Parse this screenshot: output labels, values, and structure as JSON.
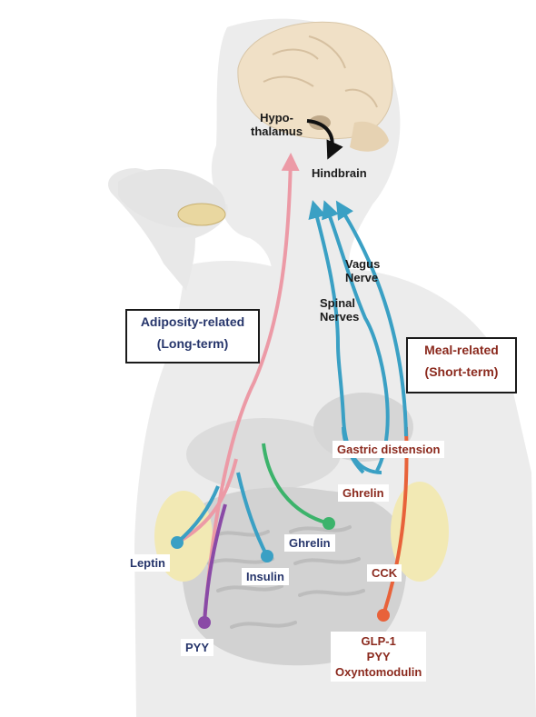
{
  "colors": {
    "pink_pathway": "#ec9aa6",
    "blue_pathway": "#3aa0c4",
    "green_pathway": "#3cb36b",
    "purple_pathway": "#8a4aa6",
    "orange_pathway": "#e8623a",
    "blue_text": "#26356b",
    "red_text": "#8b2a1e"
  },
  "brain": {
    "hypothalamus": "Hypo-\nthalamus",
    "hindbrain": "Hindbrain"
  },
  "nerves": {
    "vagus": "Vagus\nNerve",
    "spinal": "Spinal\nNerves"
  },
  "boxes": {
    "adiposity": {
      "line1": "Adiposity-related",
      "line2": "(Long-term)"
    },
    "meal": {
      "line1": "Meal-related",
      "line2": "(Short-term)"
    }
  },
  "signals": {
    "gastric_distension": "Gastric distension",
    "ghrelin_right": "Ghrelin",
    "ghrelin_left": "Ghrelin",
    "leptin": "Leptin",
    "insulin": "Insulin",
    "cck": "CCK",
    "pyy_left": "PYY",
    "glp1_group": "GLP-1\nPYY\nOxyntomodulin"
  }
}
